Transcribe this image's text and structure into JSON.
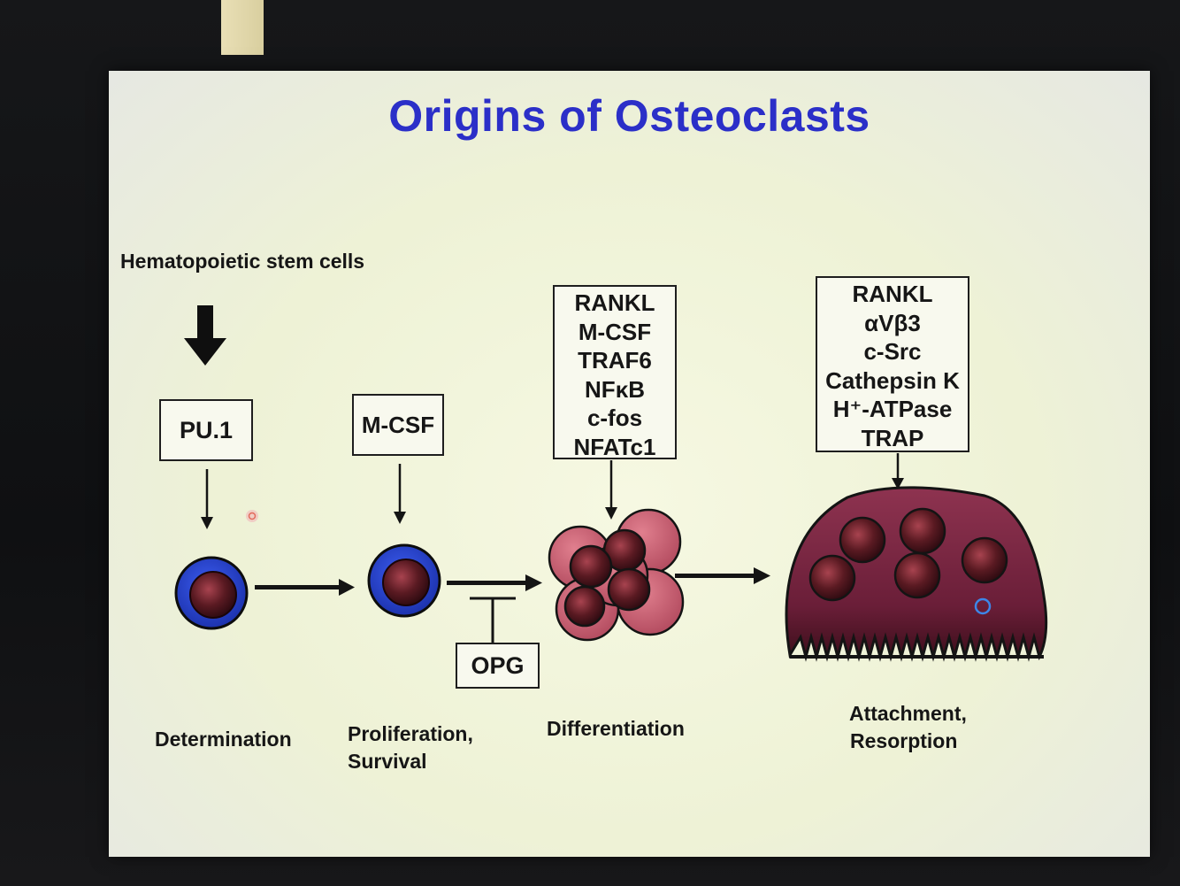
{
  "title": "Origins of Osteoclasts",
  "source_label": "Hematopoietic stem cells",
  "factors": {
    "pu1": "PU.1",
    "mcsf": "M-CSF",
    "opg": "OPG"
  },
  "differentiation_factors": [
    "RANKL",
    "M-CSF",
    "TRAF6",
    "NFκB",
    "c-fos",
    "NFATc1"
  ],
  "resorption_factors": [
    "RANKL",
    "αVβ3",
    "c-Src",
    "Cathepsin K",
    "H⁺-ATPase",
    "TRAP"
  ],
  "stages": {
    "determination": "Determination",
    "proliferation_line1": "Proliferation,",
    "proliferation_line2": "Survival",
    "differentiation": "Differentiation",
    "attachment_line1": "Attachment,",
    "attachment_line2": "Resorption"
  },
  "colors": {
    "title": "#2b2fc8",
    "precursor_ring": "#1d3bc4",
    "nucleus": "#5a1a22",
    "osteoclast_body": "#8a2e48",
    "osteoclast_dark": "#3e0f1c",
    "arrow": "#141414"
  },
  "icons": {
    "input_arrow": "thick-down-arrow-icon",
    "inhibition": "t-bar-inhibition-icon"
  }
}
